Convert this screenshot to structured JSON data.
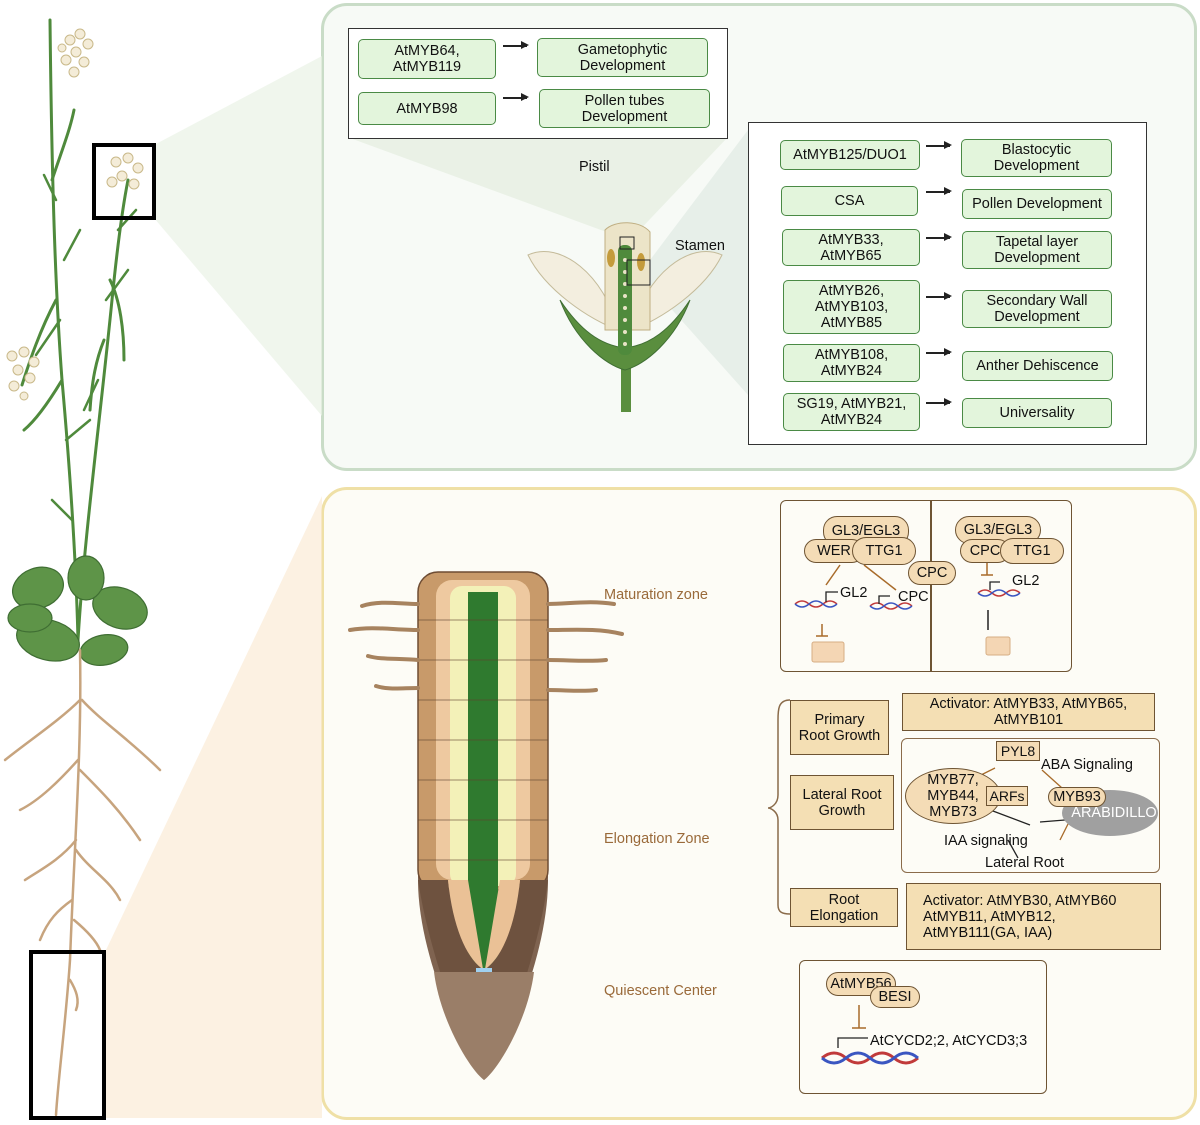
{
  "top_panel": {
    "pistil_label": "Pistil",
    "stamen_label": "Stamen",
    "pistil_pairs": [
      {
        "gene": "AtMYB64,\nAtMYB119",
        "function": "Gametophytic\nDevelopment"
      },
      {
        "gene": "AtMYB98",
        "function": "Pollen tubes\nDevelopment"
      }
    ],
    "stamen_pairs": [
      {
        "gene": "AtMYB125/DUO1",
        "function": "Blastocytic\nDevelopment"
      },
      {
        "gene": "CSA",
        "function": "Pollen Development"
      },
      {
        "gene": "AtMYB33,\nAtMYB65",
        "function": "Tapetal layer\nDevelopment"
      },
      {
        "gene": "AtMYB26,\nAtMYB103,\nAtMYB85",
        "function": "Secondary Wall\nDevelopment"
      },
      {
        "gene": "AtMYB108,\nAtMYB24",
        "function": "Anther Dehiscence"
      },
      {
        "gene": "SG19, AtMYB21,\nAtMYB24",
        "function": "Universality"
      }
    ]
  },
  "bottom_panel": {
    "zones": {
      "maturation": "Maturation zone",
      "elongation": "Elongation Zone",
      "quiescent": "Quiescent Center"
    },
    "hair_left": {
      "complex_top": "GL3/EGL3",
      "wer": "WER",
      "ttg1": "TTG1",
      "gl2": "GL2",
      "cpc": "CPC"
    },
    "cpc_bridge": "CPC",
    "hair_right": {
      "complex_top": "GL3/EGL3",
      "cpc": "CPC",
      "ttg1": "TTG1",
      "gl2": "GL2"
    },
    "growth": {
      "primary": "Primary\nRoot Growth",
      "lateral": "Lateral Root\nGrowth",
      "elongation": "Root\nElongation",
      "primary_activators": "Activator: AtMYB33, AtMYB65,\nAtMYB101",
      "elongation_activators": "Activator: AtMYB30, AtMYB60\nAtMYB11, AtMYB12,\nAtMYB111(GA, IAA)",
      "pyl8": "PYL8",
      "aba": "ABA Signaling",
      "myb_group": "MYB77,\nMYB44,\nMYB73",
      "arfs": "ARFs",
      "myb93": "MYB93",
      "arabidillo": "ARABIDILLO",
      "iaa": "IAA signaling",
      "lateral_root": "Lateral Root"
    },
    "qc": {
      "atmyb56": "AtMYB56",
      "besi": "BESI",
      "targets": "AtCYCD2;2, AtCYCD3;3"
    }
  }
}
